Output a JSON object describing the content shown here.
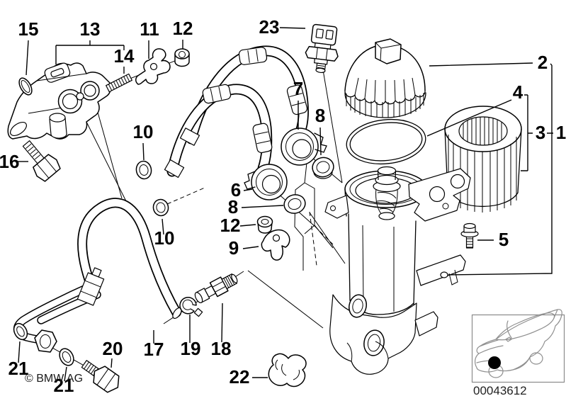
{
  "figure": {
    "copyright": "© BMW AG",
    "image_code": "00043612",
    "part_labels": [
      {
        "part": "15"
      },
      {
        "part": "13"
      },
      {
        "part": "11"
      },
      {
        "part": "12"
      },
      {
        "part": "23"
      },
      {
        "part": "14"
      },
      {
        "part": "2"
      },
      {
        "part": "4"
      },
      {
        "part": "7"
      },
      {
        "part": "8"
      },
      {
        "part": "3"
      },
      {
        "part": "1"
      },
      {
        "part": "10"
      },
      {
        "part": "16"
      },
      {
        "part": "6"
      },
      {
        "part": "8"
      },
      {
        "part": "12"
      },
      {
        "part": "9"
      },
      {
        "part": "10"
      },
      {
        "part": "5"
      },
      {
        "part": "21"
      },
      {
        "part": "20"
      },
      {
        "part": "17"
      },
      {
        "part": "19"
      },
      {
        "part": "18"
      },
      {
        "part": "21"
      },
      {
        "part": "22"
      }
    ]
  }
}
